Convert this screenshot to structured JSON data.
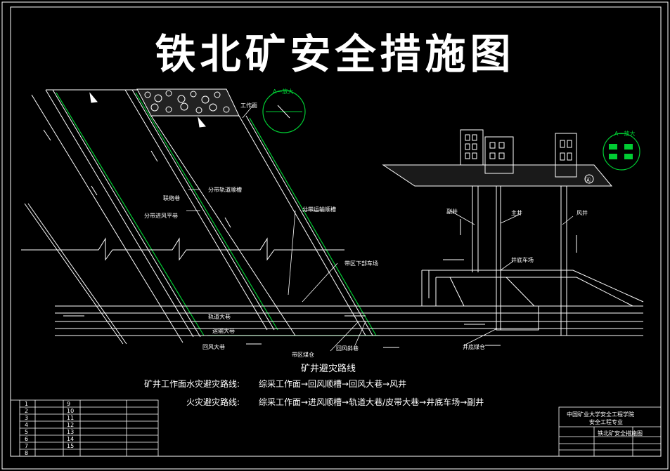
{
  "title": "铁北矿安全措施图",
  "labels": {
    "work_face": "工作面",
    "connecting_lane": "联络巷",
    "sub_track_chute": "分带轨道顺槽",
    "sub_return_chute": "分带进风平巷",
    "sub_transport_chute": "分带运输顺槽",
    "district_yard": "带区下部车场",
    "track_roadway": "轨道大巷",
    "transport_roadway": "运输大巷",
    "return_roadway": "回风大巷",
    "district_sump": "带区煤仓",
    "return_sump": "回风斜巷",
    "aux_shaft": "副井",
    "main_shaft": "主井",
    "air_shaft": "风井",
    "shaft_yard": "井底车场",
    "shaft_bottom": "井底煤仓",
    "detail_a": "A—放大",
    "detail_b": "A—放大",
    "marker_a": "Ⓐ"
  },
  "routes": {
    "heading": "矿井避灾路线",
    "water_label": "矿井工作面水灾避灾路线:",
    "water_path": "综采工作面→回风顺槽→回风大巷→风井",
    "fire_label": "火灾避灾路线:",
    "fire_path": "综采工作面→进风顺槽→轨道大巷/皮带大巷→井底车场→副井"
  },
  "titleblock": {
    "line1": "中国矿业大学安全工程学院",
    "line2": "安全工程专业",
    "line3": "铁北矿安全措施图"
  },
  "legend": {
    "numbers": [
      "1",
      "2",
      "3",
      "4",
      "5",
      "6",
      "7",
      "8",
      "9",
      "10",
      "11",
      "12",
      "13",
      "14",
      "15"
    ]
  },
  "colors": {
    "line": "#ffffff",
    "green": "#00cc33",
    "frame": "#ffffff"
  }
}
